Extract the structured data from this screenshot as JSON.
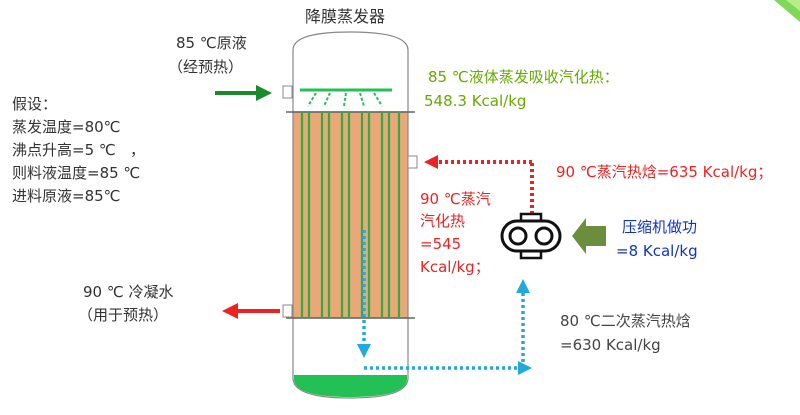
{
  "title": "降膜蒸发器",
  "feed_label": {
    "line1": "85 ℃原液",
    "line2": "（经预热）"
  },
  "assumptions": {
    "heading": "假设：",
    "lines": [
      "蒸发温度=80℃",
      "沸点升高=5 ℃   ，",
      "则料液温度=85 ℃",
      "进料原液=85℃"
    ]
  },
  "latent_heat_label": {
    "line1": "85 ℃液体蒸发吸收汽化热：",
    "line2": "548.3 Kcal/kg"
  },
  "steam_enthalpy_label": "90 ℃蒸汽热焓=635 Kcal/kg；",
  "steam_latent_label": {
    "line1": "90 ℃蒸汽",
    "line2": "汽化热",
    "line3": "=545",
    "line4": "Kcal/kg；"
  },
  "compressor_label": {
    "line1": "压缩机做功",
    "line2": "=8 Kcal/kg"
  },
  "condensate_label": {
    "line1": "90 ℃ 冷凝水",
    "line2": "（用于预热）"
  },
  "secondary_steam_label": {
    "line1": "80 ℃二次蒸汽热焓",
    "line2": "=630 Kcal/kg"
  },
  "colors": {
    "green_arrow": "#1a8a2a",
    "red_arrow": "#ee2222",
    "blue_dotted": "#22aadd",
    "tube_fill": "#e8a878",
    "tube_line": "#33aa44",
    "liquid": "#22c055",
    "latent_text": "#66aa00",
    "red_text": "#ee2222",
    "blue_text": "#1133cc",
    "compressor_arrow": "#6b8e3c"
  }
}
